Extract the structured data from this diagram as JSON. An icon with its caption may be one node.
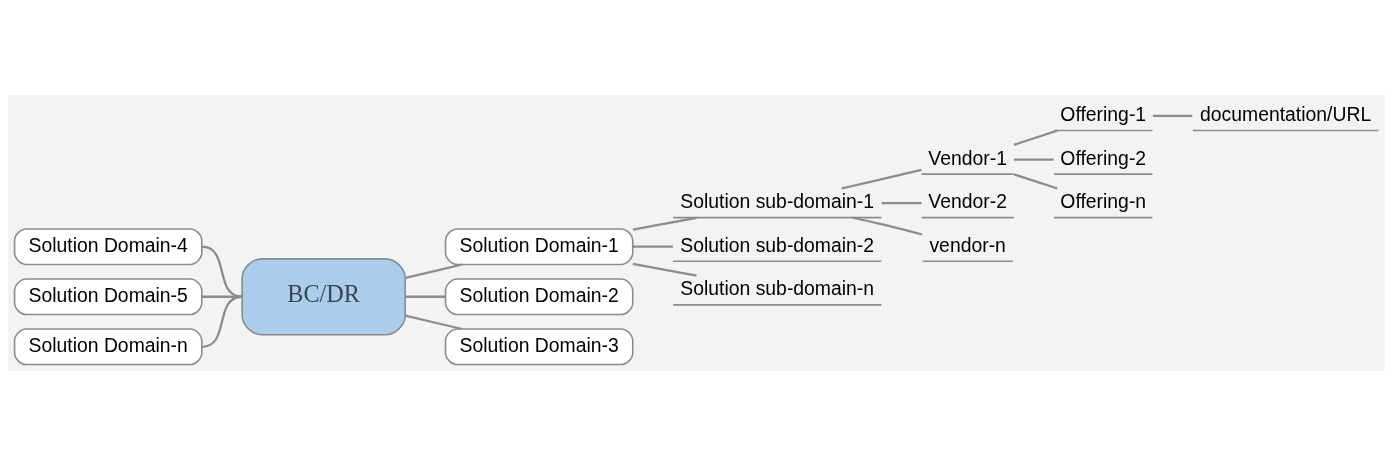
{
  "diagram": {
    "nodes": [
      {
        "text": [
          "BC/DR"
        ]
      },
      {
        "text": [
          "Solution Domain-1"
        ]
      },
      {
        "text": [
          "Solution sub-domain-1"
        ]
      },
      {
        "text": [
          "Vendor-1"
        ]
      },
      {
        "text": [
          "Offering-1"
        ]
      },
      {
        "text": [
          "documentation/URL"
        ]
      },
      {
        "text": [
          "Offering-2"
        ]
      },
      {
        "text": [
          "Offering-n"
        ]
      },
      {
        "text": [
          "Vendor-2"
        ]
      },
      {
        "text": [
          "vendor-n"
        ]
      },
      {
        "text": [
          "Solution sub-domain-2"
        ]
      },
      {
        "text": [
          "Solution sub-domain-n"
        ]
      },
      {
        "text": [
          "Solution Domain-2"
        ]
      },
      {
        "text": [
          "Solution Domain-3"
        ]
      },
      {
        "text": [
          "Solution Domain-4"
        ]
      },
      {
        "text": [
          "Solution Domain-5"
        ]
      },
      {
        "text": [
          "Solution Domain-n"
        ]
      }
    ],
    "edges": [
      {
        "from": 0,
        "to": 1,
        "arrow": "none"
      },
      {
        "from": 1,
        "to": 2,
        "arrow": "none"
      },
      {
        "from": 2,
        "to": 3,
        "arrow": "none"
      },
      {
        "from": 3,
        "to": 4,
        "arrow": "none"
      },
      {
        "from": 4,
        "to": 5,
        "arrow": "none"
      },
      {
        "from": 3,
        "to": 6,
        "arrow": "none"
      },
      {
        "from": 3,
        "to": 7,
        "arrow": "none"
      },
      {
        "from": 2,
        "to": 8,
        "arrow": "none"
      },
      {
        "from": 2,
        "to": 9,
        "arrow": "none"
      },
      {
        "from": 1,
        "to": 10,
        "arrow": "none"
      },
      {
        "from": 1,
        "to": 11,
        "arrow": "none"
      },
      {
        "from": 0,
        "to": 12,
        "arrow": "none"
      },
      {
        "from": 0,
        "to": 13,
        "arrow": "none"
      },
      {
        "from": 0,
        "to": 14,
        "arrow": "none"
      },
      {
        "from": 0,
        "to": 15,
        "arrow": "none"
      },
      {
        "from": 0,
        "to": 16,
        "arrow": "none"
      }
    ]
  }
}
